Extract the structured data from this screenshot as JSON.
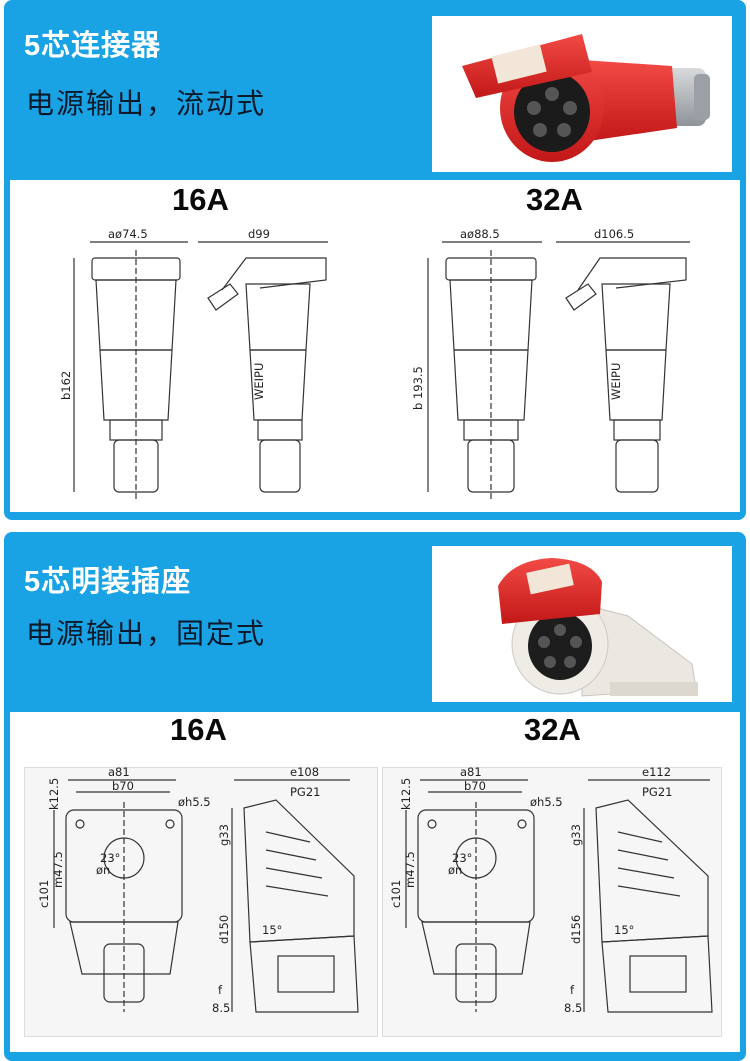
{
  "section1": {
    "title": "5芯连接器",
    "subtitle": "电源输出，流动式",
    "models": [
      {
        "rating": "16A",
        "dims": {
          "a": "aø74.5",
          "d": "d99",
          "b": "b162"
        }
      },
      {
        "rating": "32A",
        "dims": {
          "a": "aø88.5",
          "d": "d106.5",
          "b": "b 193.5"
        }
      }
    ],
    "brand_mark": "WEIPU"
  },
  "section2": {
    "title": "5芯明装插座",
    "subtitle": "电源输出，固定式",
    "models": [
      {
        "rating": "16A",
        "dims": {
          "a": "a81",
          "b": "b70",
          "h": "øh5.5",
          "k": "k12.5",
          "m": "m47.5",
          "angle": "23°",
          "n": "øn",
          "c": "c101",
          "e": "e108",
          "pg": "PG21",
          "g": "g33",
          "d": "d150",
          "tilt": "15°",
          "f": "f",
          "f_val": "8.5"
        }
      },
      {
        "rating": "32A",
        "dims": {
          "a": "a81",
          "b": "b70",
          "h": "øh5.5",
          "k": "k12.5",
          "m": "m47.5",
          "angle": "23°",
          "n": "øn",
          "c": "c101",
          "e": "e112",
          "pg": "PG21",
          "g": "g33",
          "d": "d156",
          "tilt": "15°",
          "f": "f",
          "f_val": "8.5"
        }
      }
    ]
  },
  "colors": {
    "panel_blue": "#19a2e4",
    "plug_red": "#e22a2a",
    "housing_grey": "#e9e6df"
  }
}
